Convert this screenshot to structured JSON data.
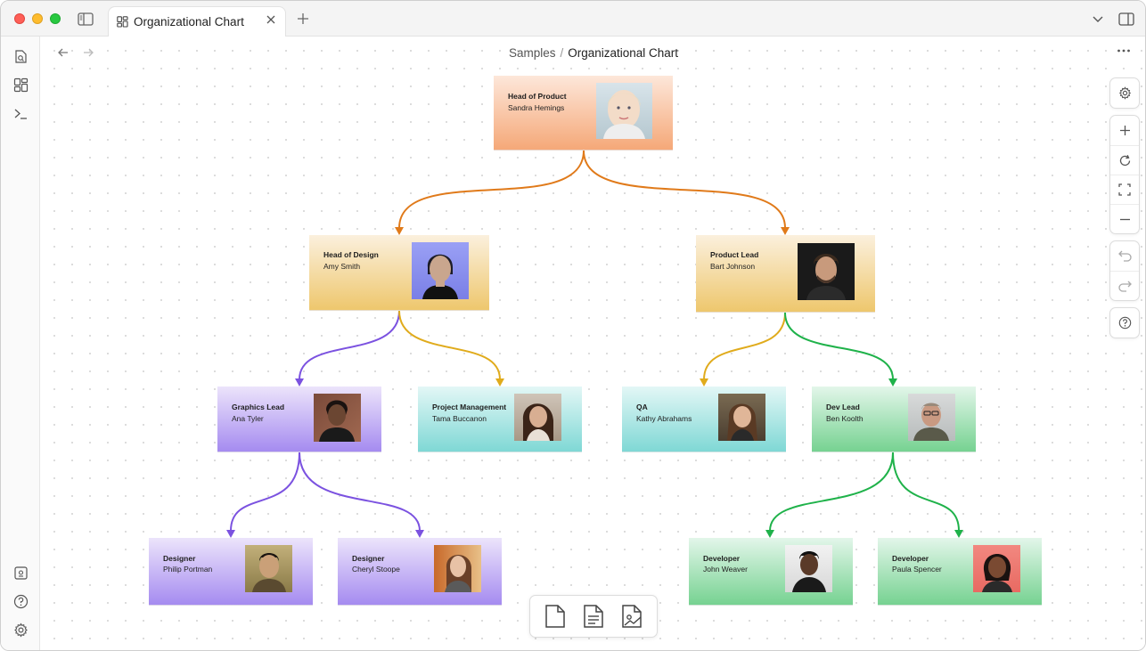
{
  "window": {
    "tab_title": "Organizational Chart"
  },
  "breadcrumb": {
    "parent": "Samples",
    "separator": "/",
    "current": "Organizational Chart"
  },
  "colors": {
    "orange_connector": "#e07a1a",
    "yellow_connector": "#e0ab1c",
    "purple_connector": "#7b52e0",
    "green_connector": "#1fb24a"
  },
  "org": {
    "head_of_product": {
      "role": "Head of Product",
      "name": "Sandra Hemings"
    },
    "head_of_design": {
      "role": "Head of Design",
      "name": "Amy Smith"
    },
    "product_lead": {
      "role": "Product Lead",
      "name": "Bart Johnson"
    },
    "graphics_lead": {
      "role": "Graphics Lead",
      "name": "Ana Tyler"
    },
    "project_management": {
      "role": "Project Management",
      "name": "Tama Buccanon"
    },
    "qa": {
      "role": "QA",
      "name": "Kathy Abrahams"
    },
    "dev_lead": {
      "role": "Dev Lead",
      "name": "Ben Koolth"
    },
    "designer_1": {
      "role": "Designer",
      "name": "Philip Portman"
    },
    "designer_2": {
      "role": "Designer",
      "name": "Cheryl Stoope"
    },
    "developer_1": {
      "role": "Developer",
      "name": "John Weaver"
    },
    "developer_2": {
      "role": "Developer",
      "name": "Paula Spencer"
    }
  },
  "icons": {
    "right_toolbar": [
      "gear-icon",
      "zoom-in-icon",
      "refresh-icon",
      "fit-screen-icon",
      "zoom-out-icon",
      "undo-icon",
      "redo-icon",
      "help-icon"
    ],
    "bottom_toolbar": [
      "blank-page-icon",
      "text-page-icon",
      "image-page-icon"
    ],
    "left_rail": [
      "search-file-icon",
      "dashboard-icon",
      "terminal-icon",
      "id-card-icon",
      "help-icon",
      "gear-icon"
    ]
  }
}
